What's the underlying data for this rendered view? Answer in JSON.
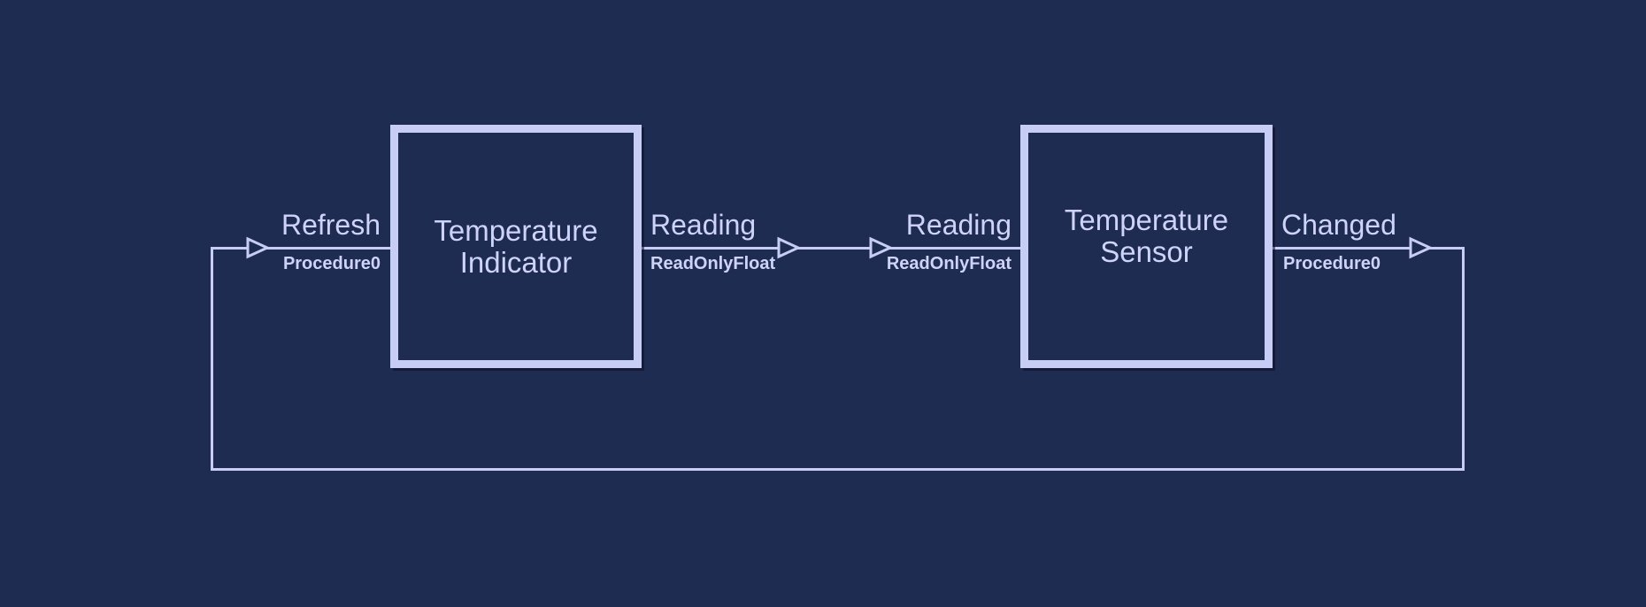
{
  "colors": {
    "background": "#1e2c52",
    "accent": "#c8cdf5",
    "text": "#ced3f7"
  },
  "blocks": {
    "indicator": {
      "title_line1": "Temperature",
      "title_line2": "Indicator"
    },
    "sensor": {
      "title_line1": "Temperature",
      "title_line2": "Sensor"
    }
  },
  "ports": {
    "refresh": {
      "name": "Refresh",
      "type": "Procedure0"
    },
    "reading_out": {
      "name": "Reading",
      "type": "ReadOnlyFloat"
    },
    "reading_in": {
      "name": "Reading",
      "type": "ReadOnlyFloat"
    },
    "changed": {
      "name": "Changed",
      "type": "Procedure0"
    }
  },
  "icons": {
    "arrowhead": "open-triangle-right-icon"
  }
}
